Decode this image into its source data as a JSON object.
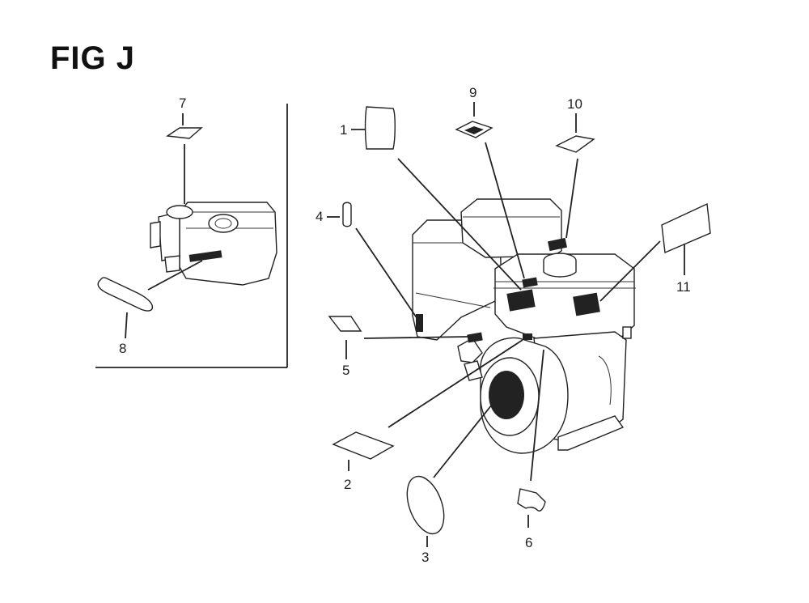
{
  "figure": {
    "title": "FIG J"
  },
  "callouts": {
    "c1": "1",
    "c2": "2",
    "c3": "3",
    "c4": "4",
    "c5": "5",
    "c6": "6",
    "c7": "7",
    "c8": "8",
    "c9": "9",
    "c10": "10",
    "c11": "11"
  }
}
